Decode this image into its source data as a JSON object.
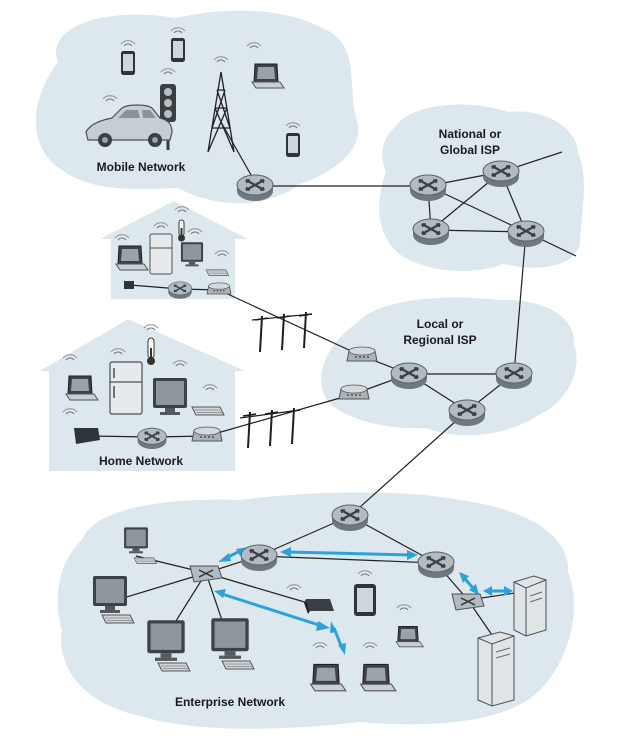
{
  "labels": {
    "mobile_network": "Mobile Network",
    "national_isp_line1": "National or",
    "national_isp_line2": "Global ISP",
    "regional_isp_line1": "Local or",
    "regional_isp_line2": "Regional ISP",
    "home_network": "Home Network",
    "enterprise_network": "Enterprise Network"
  },
  "colors": {
    "cloud_fill": "#dde7ee",
    "house_fill": "#dde7ee",
    "router_fill": "#a9b2b8",
    "link_stroke": "#222222",
    "wifi_link": "#2aa3dd",
    "label_text": "#1a1a1a"
  },
  "icons": [
    "router-icon",
    "cell-tower-icon",
    "smartphone-icon",
    "laptop-icon",
    "car-icon",
    "traffic-light-icon",
    "house-icon",
    "refrigerator-icon",
    "thermometer-icon",
    "desktop-computer-icon",
    "keyboard-icon",
    "modem-icon",
    "utility-pole-icon",
    "switch-icon",
    "server-icon",
    "wifi-access-point-icon",
    "tablet-icon",
    "wireless-signal-icon"
  ]
}
